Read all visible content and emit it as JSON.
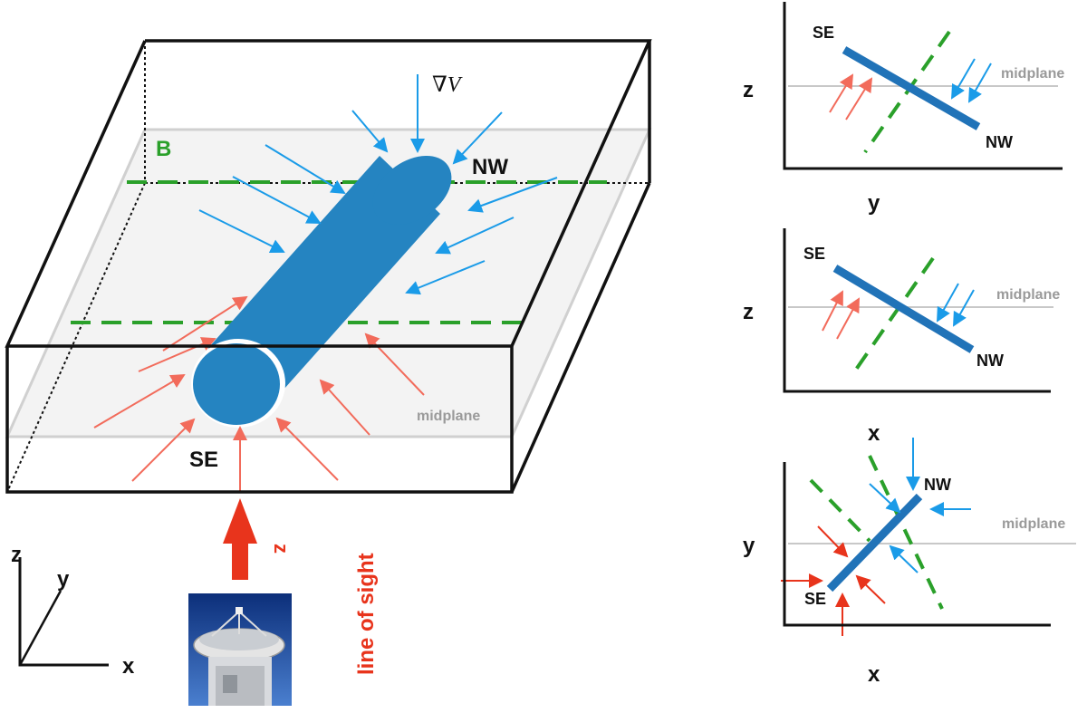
{
  "colors": {
    "filament": "#2584c1",
    "field": "#2aa02a",
    "inflow_red": "#f26b5b",
    "inflow_blue": "#1a9be8",
    "sight": "#e8341c",
    "midplane": "#c8c8c8",
    "midplane_text": "#9a9a9a",
    "box": "#111111"
  },
  "main_view": {
    "gradient_label": "∇V",
    "field_label": "B",
    "nw_label": "NW",
    "se_label": "SE",
    "midplane_label": "midplane",
    "sight_label": "line of sight",
    "z_on_arrow": "z"
  },
  "axes_triad": {
    "z": "z",
    "y": "y",
    "x": "x"
  },
  "telescope": {
    "icon": "radio-telescope-icon"
  },
  "panels": [
    {
      "id": "yz",
      "vertical_axis": "z",
      "horizontal_axis": "y",
      "se_label": "SE",
      "nw_label": "NW",
      "midplane_label": "midplane"
    },
    {
      "id": "xz",
      "vertical_axis": "z",
      "horizontal_axis": "x",
      "se_label": "SE",
      "nw_label": "NW",
      "midplane_label": "midplane"
    },
    {
      "id": "xy",
      "vertical_axis": "y",
      "horizontal_axis": "x",
      "se_label": "SE",
      "nw_label": "NW",
      "midplane_label": "midplane"
    }
  ]
}
